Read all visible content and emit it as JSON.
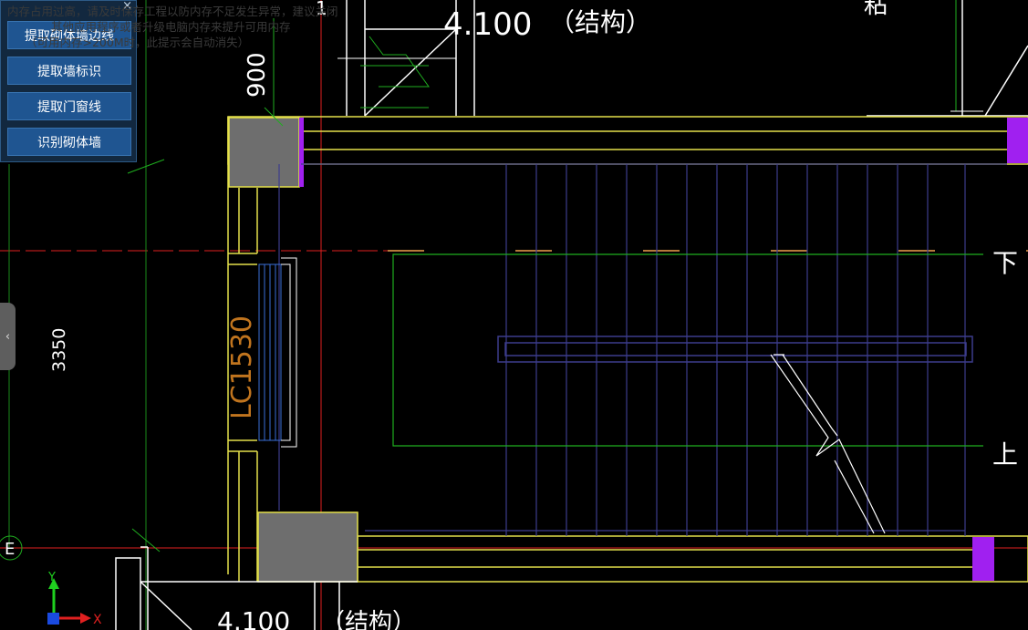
{
  "panel": {
    "close_label": "×",
    "buttons": [
      {
        "label": "提取砌体墙边线"
      },
      {
        "label": "提取墙标识"
      },
      {
        "label": "提取门窗线"
      },
      {
        "label": "识别砌体墙"
      }
    ]
  },
  "warning": {
    "line1": "内存占用过高，请及时保存工程以防内存不足发生异常，建议关闭",
    "line2": "其他应用程序或者升级电脑内存来提升可用内存",
    "line3": "（可用内存>200M时，此提示会自动消失）"
  },
  "side_tab": {
    "label": "‹"
  },
  "drawing": {
    "dim_top": "4.100",
    "dim_top_note": "（结构）",
    "dim_bottom": "4.100",
    "dim_bottom_note": "（结构）",
    "dim_900": "900",
    "dim_3350": "3350",
    "window_tag": "LC1530",
    "axis_1": "1",
    "axis_e": "E",
    "label_down": "下",
    "label_up": "上",
    "label_partial_top": "粘"
  },
  "ucs": {
    "y": "Y",
    "x": "X"
  },
  "colors": {
    "background": "#000000",
    "wall_yellow": "#e4e04a",
    "axis_red": "#e02020",
    "stair_blue": "#3c3c8c",
    "green": "#1fae1f",
    "column_gray": "#6e6e6e",
    "magenta": "#a020f0",
    "panel": "#12283f",
    "button": "#1f5591"
  }
}
